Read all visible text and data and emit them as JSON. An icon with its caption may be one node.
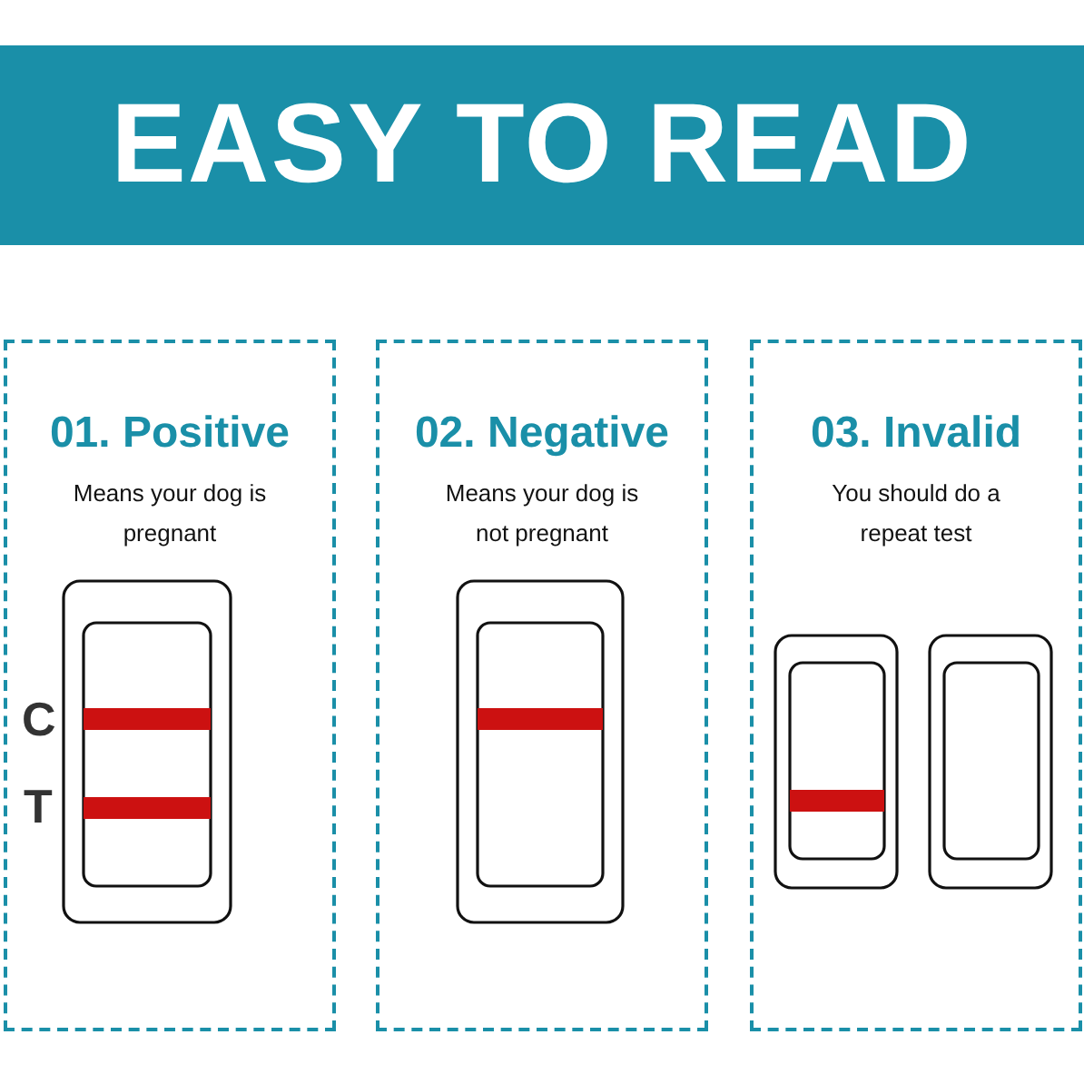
{
  "diagram": {
    "title": "EASY TO READ",
    "nodes": [
      {
        "text": [
          "01. Positive",
          "Means your dog is pregnant"
        ]
      },
      {
        "text": [
          "02. Negative",
          "Means your dog is not pregnant"
        ]
      },
      {
        "text": [
          "03. Invalid",
          "You should do a repeat test"
        ]
      }
    ],
    "labels": [
      "C",
      "T"
    ]
  }
}
